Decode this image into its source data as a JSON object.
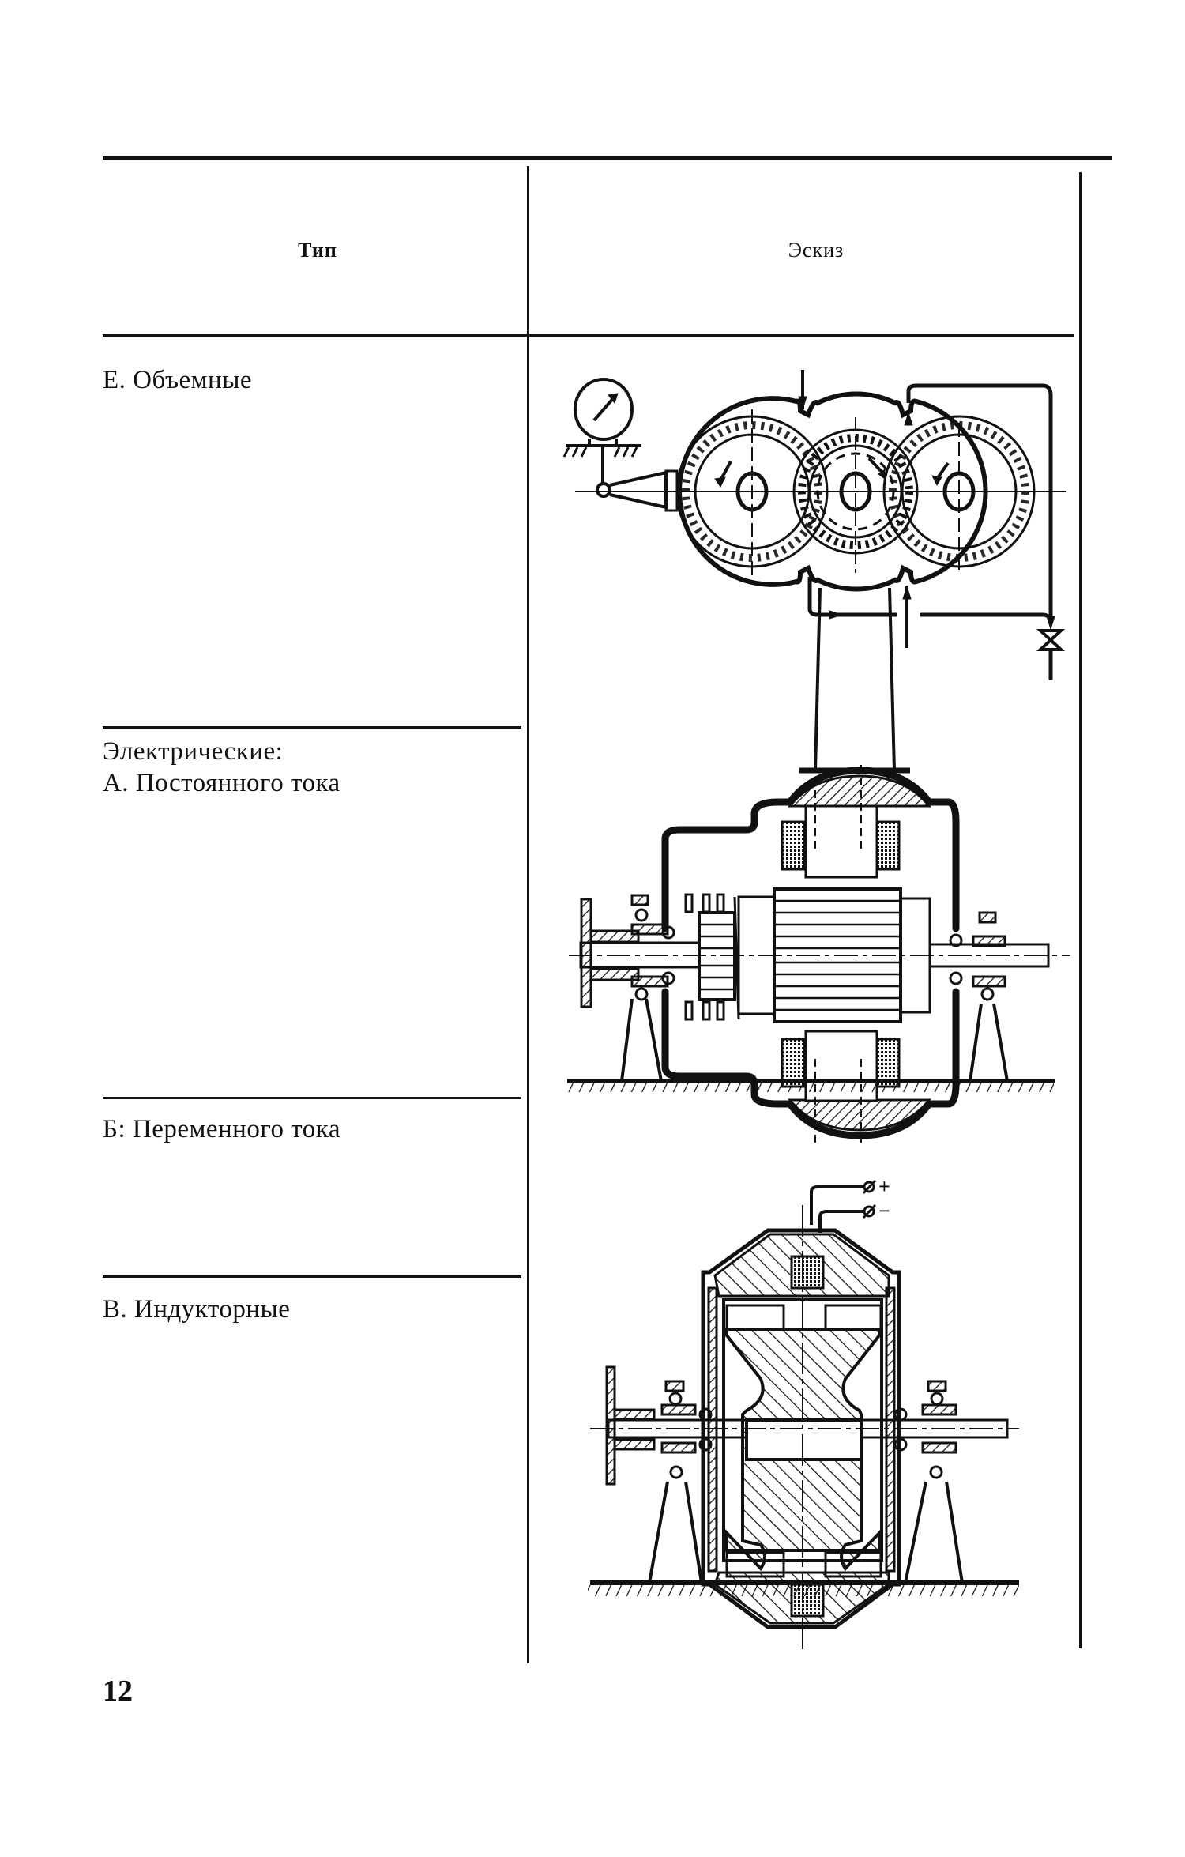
{
  "table": {
    "header": {
      "col_type": "Тип",
      "col_sketch": "Эскиз"
    },
    "rows": [
      {
        "id": "volumetric",
        "label": "Е. Объемные",
        "sketch": "gear-pump-with-pressure-gauge-and-valve"
      },
      {
        "id": "electric-dc",
        "group_label": "Электрические:",
        "label": "А. Постоянного тока",
        "sketch": "dc-machine-on-supports"
      },
      {
        "id": "electric-ac",
        "label": "Б: Переменного тока",
        "sketch": ""
      },
      {
        "id": "electric-inductor",
        "label": "В. Индукторные",
        "sketch": "inductor-machine-on-supports"
      }
    ]
  },
  "sketches": {
    "inductor_terminals": {
      "plus": "+",
      "minus": "−"
    }
  },
  "page_number": "12"
}
